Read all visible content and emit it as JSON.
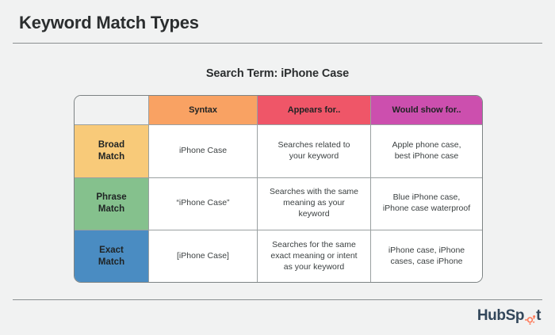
{
  "page": {
    "title": "Keyword Match Types",
    "subtitle": "Search Term: iPhone Case",
    "background_color": "#f1f2f2"
  },
  "colors": {
    "header_syntax": "#f9a263",
    "header_appears": "#ef5668",
    "header_would_show": "#cc4fae",
    "label_broad": "#f8ca79",
    "label_phrase": "#85c18d",
    "label_exact": "#4a8cc2",
    "brand_navy": "#33475b",
    "brand_orange": "#ff7a59"
  },
  "table": {
    "headers": {
      "corner": "",
      "syntax": "Syntax",
      "appears_for": "Appears for..",
      "would_show_for": "Would show for.."
    },
    "rows": [
      {
        "label_line1": "Broad",
        "label_line2": "Match",
        "syntax": "iPhone Case",
        "appears_for": [
          "Searches related to",
          "your keyword"
        ],
        "would_show_for": [
          "Apple phone case,",
          "best iPhone case"
        ]
      },
      {
        "label_line1": "Phrase",
        "label_line2": "Match",
        "syntax": "“iPhone Case”",
        "appears_for": [
          "Searches with the same",
          "meaning as your",
          "keyword"
        ],
        "would_show_for": [
          "Blue iPhone case,",
          "iPhone case waterproof"
        ]
      },
      {
        "label_line1": "Exact",
        "label_line2": "Match",
        "syntax": "[iPhone Case]",
        "appears_for": [
          "Searches for the same",
          "exact meaning or intent",
          "as your keyword"
        ],
        "would_show_for": [
          "iPhone case, iPhone",
          "cases, case iPhone"
        ]
      }
    ]
  },
  "footer": {
    "logo_text_before": "HubSp",
    "logo_text_after": "t",
    "logo_icon": "hubspot-sprocket-icon"
  }
}
